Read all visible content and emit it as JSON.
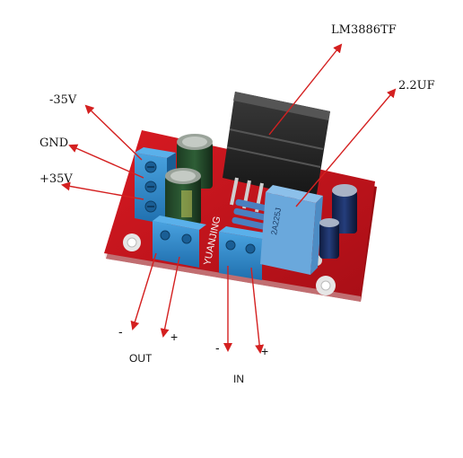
{
  "labels": {
    "chip": "LM3886TF",
    "cap": "2.2UF",
    "neg_supply": "-35V",
    "ground": "GND",
    "pos_supply": "+35V",
    "out_label": "OUT",
    "in_label": "IN",
    "out_minus": "-",
    "out_plus": "+",
    "in_minus": "-",
    "in_plus": "+"
  },
  "board": {
    "silkscreen": "YUANJING",
    "capacitor_marking": "2A225J"
  },
  "colors": {
    "pcb": "#c8141c",
    "terminal": "#2f88c8",
    "arrow": "#d42020",
    "heatsink": "#2a2a2a",
    "film_cap": "#6aa8dc"
  }
}
